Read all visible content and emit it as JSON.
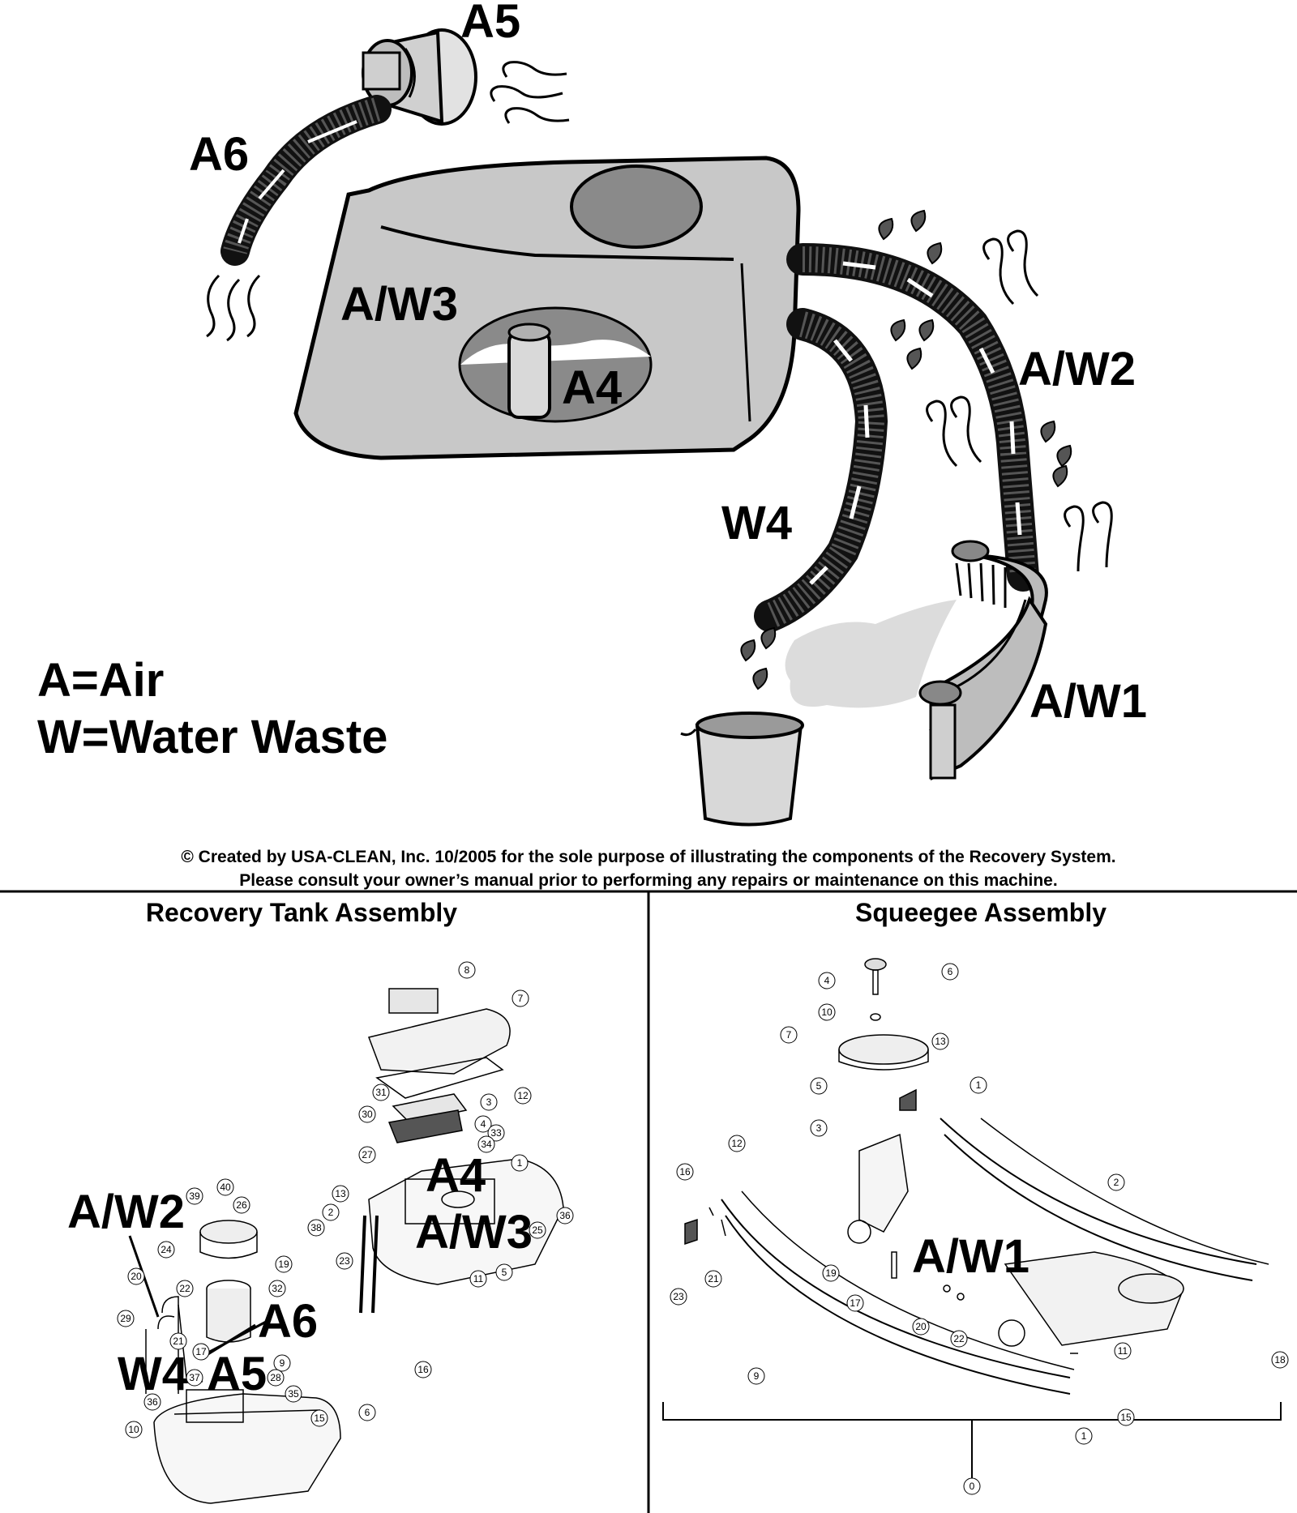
{
  "legend": {
    "air": "A=Air",
    "water": "W=Water Waste"
  },
  "labels": {
    "a5": "A5",
    "a6": "A6",
    "aw3": "A/W3",
    "a4": "A4",
    "aw2": "A/W2",
    "w4": "W4",
    "aw1": "A/W1"
  },
  "copyright": {
    "line1": "© Created by USA-CLEAN, Inc. 10/2005 for the sole purpose of illustrating the components of the Recovery System.",
    "line2": "Please consult your owner’s manual prior to performing any repairs or maintenance on this machine."
  },
  "panels": {
    "left": {
      "title": "Recovery Tank Assembly",
      "callouts": [
        "A4",
        "A/W3",
        "A/W2",
        "A6",
        "W4",
        "A5"
      ],
      "part_numbers": [
        "8",
        "7",
        "12",
        "31",
        "3",
        "4",
        "33",
        "30",
        "34",
        "27",
        "1",
        "13",
        "2",
        "38",
        "36",
        "25",
        "23",
        "11",
        "5",
        "40",
        "39",
        "26",
        "24",
        "19",
        "20",
        "22",
        "32",
        "29",
        "21",
        "17",
        "9",
        "37",
        "28",
        "36",
        "35",
        "15",
        "10",
        "6",
        "16"
      ]
    },
    "right": {
      "title": "Squeegee Assembly",
      "callouts": [
        "A/W1"
      ],
      "part_numbers": [
        "6",
        "4",
        "10",
        "7",
        "13",
        "5",
        "1",
        "3",
        "12",
        "2",
        "16",
        "23",
        "21",
        "19",
        "17",
        "20",
        "22",
        "11",
        "18",
        "9",
        "15",
        "1",
        "0"
      ]
    }
  },
  "colors": {
    "tank": "#c8c8c8",
    "tank_dark": "#8a8a8a",
    "hose": "#1a1a1a",
    "outline": "#000000",
    "water": "#dcdcdc"
  }
}
